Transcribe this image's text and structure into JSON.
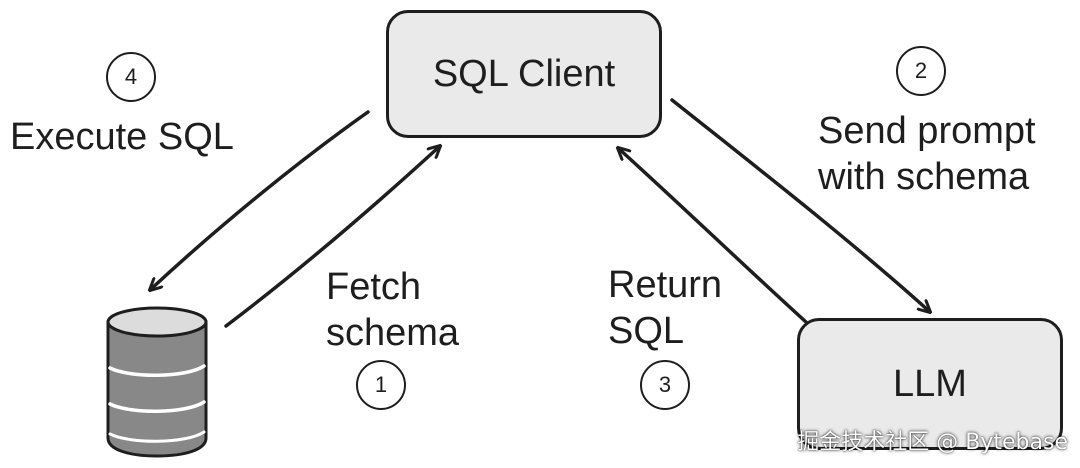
{
  "nodes": {
    "sql_client": "SQL Client",
    "llm": "LLM"
  },
  "steps": {
    "fetch": {
      "number": "1",
      "label_lines": [
        "Fetch",
        "schema"
      ]
    },
    "send": {
      "number": "2",
      "label_lines": [
        "Send prompt",
        "with schema"
      ]
    },
    "return": {
      "number": "3",
      "label_lines": [
        "Return",
        "SQL"
      ]
    },
    "execute": {
      "number": "4",
      "label_lines": [
        "Execute SQL"
      ]
    }
  },
  "icons": {
    "database": "database-icon"
  },
  "colors": {
    "stroke": "#1e1e1e",
    "node_fill": "#eaeaea",
    "database_body": "#888888",
    "database_top": "#dcdcdc"
  },
  "watermark": "掘金技术社区 @ Bytebase"
}
